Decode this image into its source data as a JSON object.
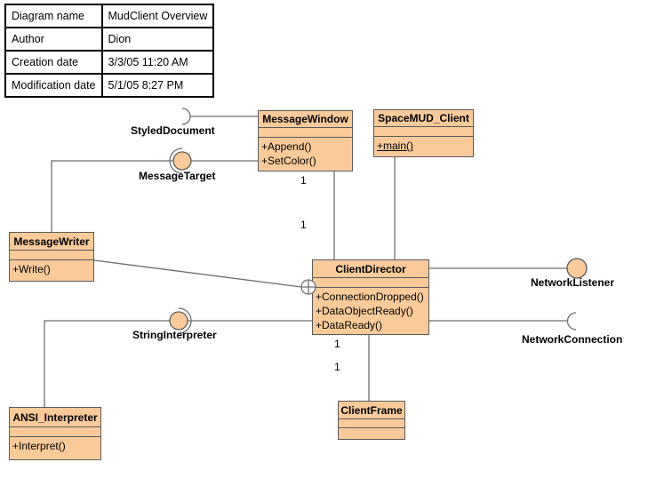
{
  "diagram_info_table": {
    "rows": [
      {
        "label": "Diagram name",
        "value": "MudClient Overview"
      },
      {
        "label": "Author",
        "value": "Dion"
      },
      {
        "label": "Creation date",
        "value": "3/3/05 11:20 AM"
      },
      {
        "label": "Modification date",
        "value": "5/1/05 8:27 PM"
      }
    ]
  },
  "classes": {
    "message_window": {
      "name": "MessageWindow",
      "operations": [
        "+Append()",
        "+SetColor()"
      ]
    },
    "spacemud_client": {
      "name": "SpaceMUD_Client",
      "operations": [
        "+main()"
      ]
    },
    "message_writer": {
      "name": "MessageWriter",
      "operations": [
        "+Write()"
      ]
    },
    "client_director": {
      "name": "ClientDirector",
      "operations": [
        "+ConnectionDropped()",
        "+DataObjectReady()",
        "+DataReady()"
      ]
    },
    "ansi_interpreter": {
      "name": "ANSI_Interpreter",
      "operations": [
        "+Interpret()"
      ]
    },
    "client_frame": {
      "name": "ClientFrame",
      "operations": []
    }
  },
  "interfaces": {
    "styled_document": {
      "label": "StyledDocument",
      "kind": "required-socket"
    },
    "message_target": {
      "label": "MessageTarget",
      "kind": "ball-and-socket"
    },
    "string_interpreter": {
      "label": "StringInterpreter",
      "kind": "ball-and-socket"
    },
    "network_listener": {
      "label": "NetworkListener",
      "kind": "provided-ball"
    },
    "network_connection": {
      "label": "NetworkConnection",
      "kind": "required-socket"
    }
  },
  "multiplicities": [
    "1",
    "1",
    "1",
    "1"
  ],
  "colors": {
    "class_fill": "#FACA9B",
    "class_border": "#5A5A5A",
    "connector": "#6E6E6E",
    "background": "#FFFFFF",
    "text": "#000000"
  }
}
